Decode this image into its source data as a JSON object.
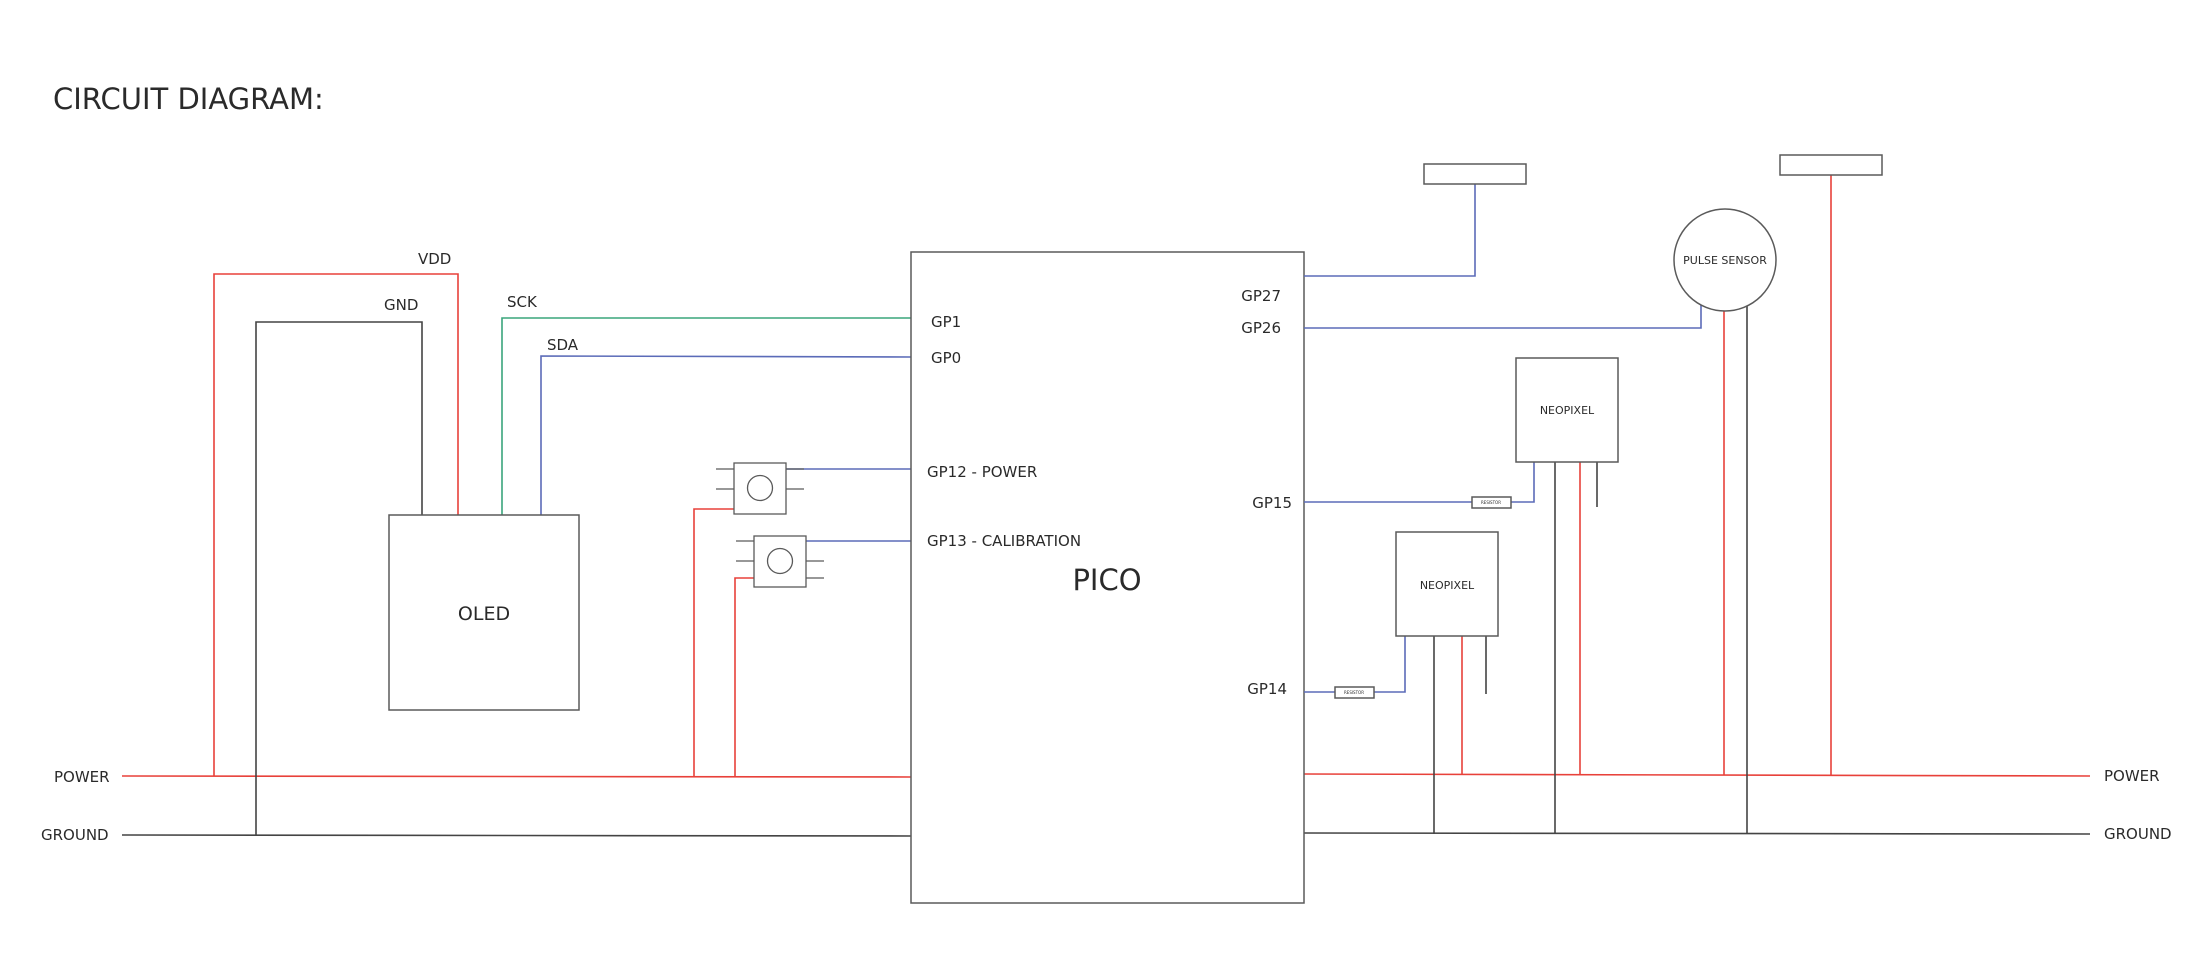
{
  "title": "CIRCUIT DIAGRAM:",
  "colors": {
    "power": "#e8413a",
    "ground": "#444444",
    "signal_blue": "#5b6bb8",
    "signal_green": "#3aa57c",
    "outline": "#5a5a5a"
  },
  "rails": {
    "power_left": "POWER",
    "ground_left": "GROUND",
    "power_right": "POWER",
    "ground_right": "GROUND"
  },
  "oled": {
    "label": "OLED",
    "pins": {
      "vdd": "VDD",
      "gnd": "GND",
      "sck": "SCK",
      "sda": "SDA"
    }
  },
  "pico": {
    "label": "PICO",
    "pins": {
      "gp1": "GP1",
      "gp0": "GP0",
      "gp12": "GP12 - POWER",
      "gp13": "GP13 - CALIBRATION",
      "gp27": "GP27",
      "gp26": "GP26",
      "gp15": "GP15",
      "gp14": "GP14"
    }
  },
  "neopixel_1": {
    "label": "NEOPIXEL",
    "resistor": "RESISTOR"
  },
  "neopixel_2": {
    "label": "NEOPIXEL",
    "resistor": "RESISTOR"
  },
  "pulse_sensor": {
    "label": "PULSE SENSOR"
  },
  "buttons": [
    {
      "icon": "push-button-icon"
    },
    {
      "icon": "push-button-icon"
    }
  ]
}
